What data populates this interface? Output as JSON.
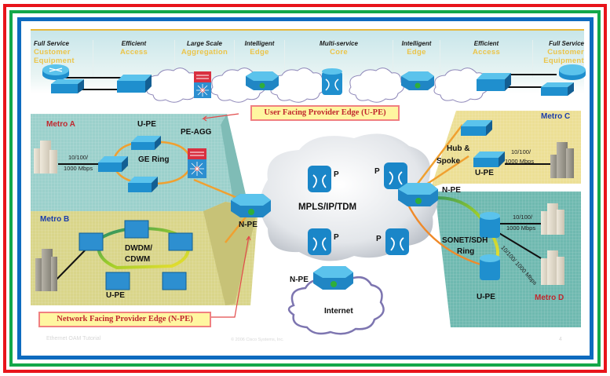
{
  "frame": {
    "colors": {
      "outer": "#e8141b",
      "middle": "#13a84a",
      "inner": "#0e6bbf"
    }
  },
  "header": {
    "columns": [
      {
        "title": "Full Service",
        "subtitle": "Customer Equipment"
      },
      {
        "title": "Efficient",
        "subtitle": "Access"
      },
      {
        "title": "Large Scale",
        "subtitle": "Aggregation"
      },
      {
        "title": "Intelligent",
        "subtitle": "Edge"
      },
      {
        "title": "Multi-service",
        "subtitle": "Core"
      },
      {
        "title": "Intelligent",
        "subtitle": "Edge"
      },
      {
        "title": "Efficient",
        "subtitle": "Access"
      },
      {
        "title": "Full Service",
        "subtitle": "Customer Equipment"
      }
    ]
  },
  "callouts": {
    "upe": "User Facing Provider Edge (U-PE)",
    "npe": "Network Facing Provider Edge (N-PE)"
  },
  "core": {
    "label": "MPLS/IP/TDM",
    "p_label": "P",
    "npe_label": "N-PE",
    "internet_label": "Internet"
  },
  "metro_a": {
    "name": "Metro A",
    "upe": "U-PE",
    "peagg": "PE-AGG",
    "ring": "GE  Ring",
    "speed_line1": "10/100/",
    "speed_line2": "1000 Mbps"
  },
  "metro_b": {
    "name": "Metro B",
    "ring_line1": "DWDM/",
    "ring_line2": "CDWM",
    "upe": "U-PE"
  },
  "metro_c": {
    "name": "Metro C",
    "hub_line1": "Hub &",
    "hub_line2": "Spoke",
    "upe": "U-PE",
    "speed_line1": "10/100/",
    "speed_line2": "1000 Mbps"
  },
  "metro_d": {
    "name": "Metro D",
    "ring_line1": "SONET/SDH",
    "ring_line2": "Ring",
    "upe": "U-PE",
    "speed1_line1": "10/100/",
    "speed1_line2": "1000 Mbps",
    "speed2": "10/100/ 1000 Mbps"
  },
  "footer": {
    "left": "Ethernet OAM Tutorial",
    "center": "© 2006 Cisco Systems, Inc.",
    "page": "4"
  }
}
